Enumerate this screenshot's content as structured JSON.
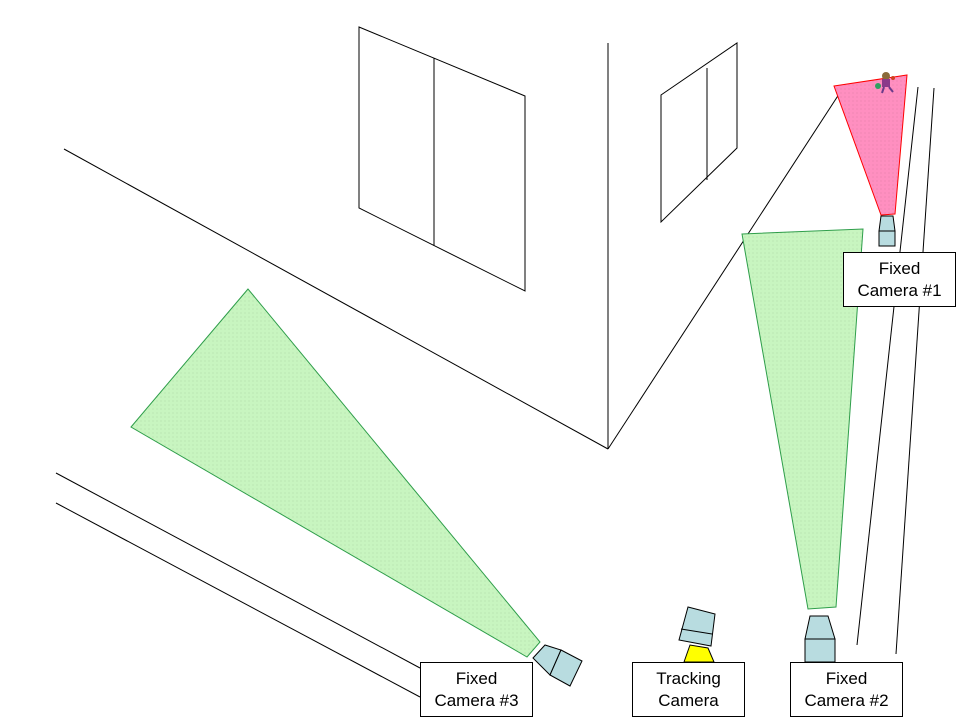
{
  "colors": {
    "alert_zone": "#ff8fc0",
    "alert_stroke": "#ff0000",
    "view_zone": "#c8f5c0",
    "view_stroke": "#2e9e4a",
    "camera_body": "#b8dce0",
    "tracking_mount": "#ffff00"
  },
  "labels": {
    "camera1": {
      "line1": "Fixed",
      "line2": "Camera #1"
    },
    "camera2": {
      "line1": "Fixed",
      "line2": "Camera #2"
    },
    "camera3": {
      "line1": "Fixed",
      "line2": "Camera #3"
    },
    "tracking": {
      "line1": "Tracking",
      "line2": "Camera"
    }
  }
}
